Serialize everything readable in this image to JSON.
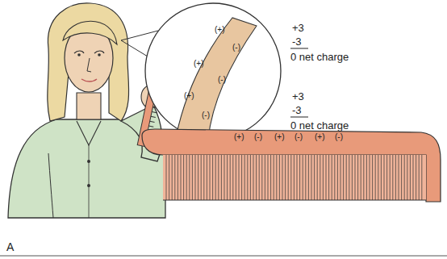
{
  "diagram": {
    "nodes": [
      {
        "text": [
          "(+)",
          "(-)",
          "(+)",
          "(-)",
          "(+)",
          "(-)"
        ]
      },
      {
        "text": [
          "(+)",
          "(-)",
          "(+)",
          "(-)",
          "(+)",
          "(-)"
        ]
      }
    ],
    "labels": [
      "+3",
      "-3",
      "0 net charge",
      "+3",
      "-3",
      "0 net charge",
      "A"
    ]
  }
}
